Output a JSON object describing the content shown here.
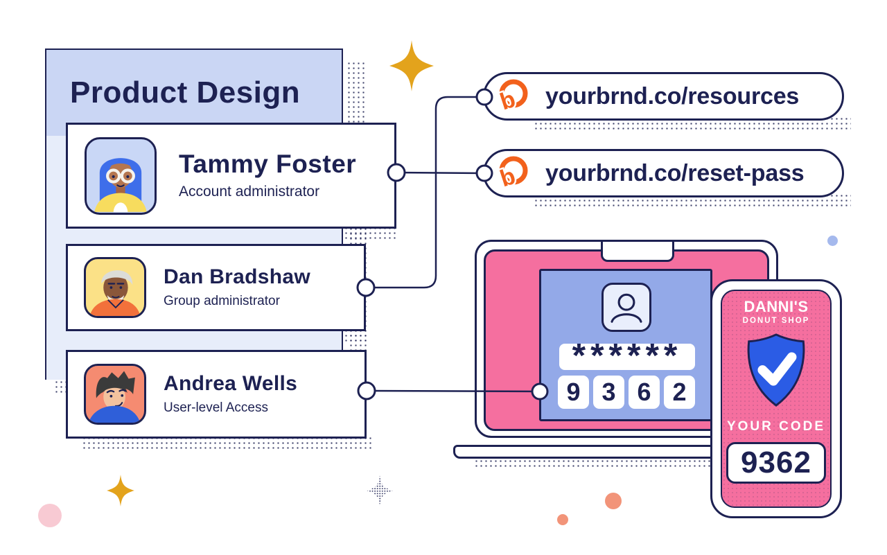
{
  "panel": {
    "title": "Product Design",
    "members": [
      {
        "name": "Tammy Foster",
        "role": "Account administrator",
        "avatar": "woman-blue-hair-glasses"
      },
      {
        "name": "Dan Bradshaw",
        "role": "Group administrator",
        "avatar": "older-man-gray-hair"
      },
      {
        "name": "Andrea Wells",
        "role": "User-level Access",
        "avatar": "young-man-dark-hair"
      }
    ]
  },
  "links": [
    {
      "url": "yourbrnd.co/resources",
      "icon": "bitly-logo"
    },
    {
      "url": "yourbrnd.co/reset-pass",
      "icon": "bitly-logo"
    }
  ],
  "laptop": {
    "avatar_icon": "person-icon",
    "password_mask": "******",
    "code_digits": [
      "9",
      "3",
      "6",
      "2"
    ]
  },
  "phone": {
    "brand_name": "DANNI'S",
    "brand_tagline": "DONUT SHOP",
    "shield_icon": "shield-check",
    "code_label": "YOUR CODE",
    "code_value": "9362"
  },
  "colors": {
    "navy": "#1d2152",
    "panel_header": "#cad6f4",
    "panel_body": "#e7edfa",
    "pink": "#f56f9f",
    "periwinkle": "#93a9e8",
    "shield_blue": "#2b5ce5",
    "bitly_orange": "#f2611c",
    "gold": "#e3a31c",
    "salmon": "#f29479",
    "light_pink": "#f8cad3",
    "periwinkle_dot": "#a5b9ed"
  }
}
